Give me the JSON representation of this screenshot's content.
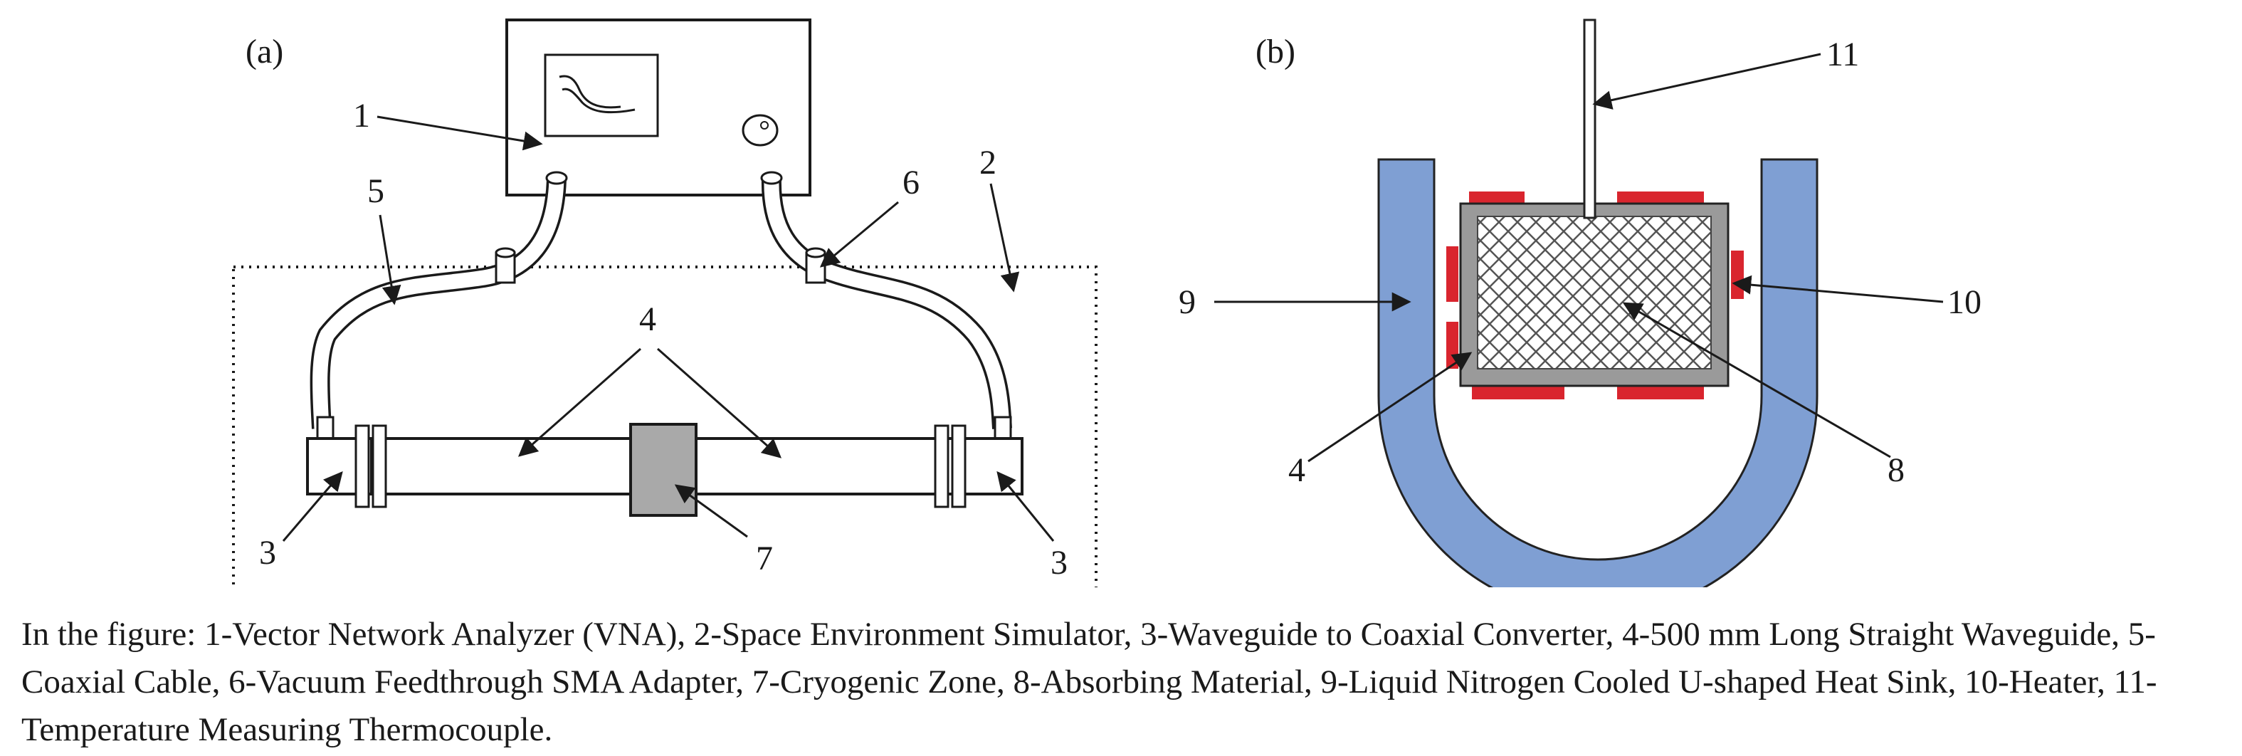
{
  "panels": {
    "a": {
      "label": "(a)"
    },
    "b": {
      "label": "(b)"
    }
  },
  "callouts": {
    "n1": "1",
    "n2": "2",
    "n3": "3",
    "n4": "4",
    "n5": "5",
    "n6": "6",
    "n7": "7",
    "n8": "8",
    "n9": "9",
    "n10": "10",
    "n11": "11"
  },
  "caption": "In the figure: 1-Vector Network Analyzer (VNA), 2-Space Environment Simulator, 3-Waveguide to Coaxial Converter, 4-500 mm Long Straight Waveguide, 5-Coaxial Cable, 6-Vacuum Feedthrough SMA Adapter, 7-Cryogenic Zone, 8-Absorbing Material, 9-Liquid Nitrogen Cooled U-shaped Heat Sink, 10-Heater, 11-Temperature Measuring Thermocouple.",
  "colors": {
    "heat_sink": "#7f9fd3",
    "heater": "#d9252e",
    "frame": "#9a9a9a",
    "cryogenic_zone": "#a9a9a9",
    "stroke": "#1a1a1a"
  }
}
